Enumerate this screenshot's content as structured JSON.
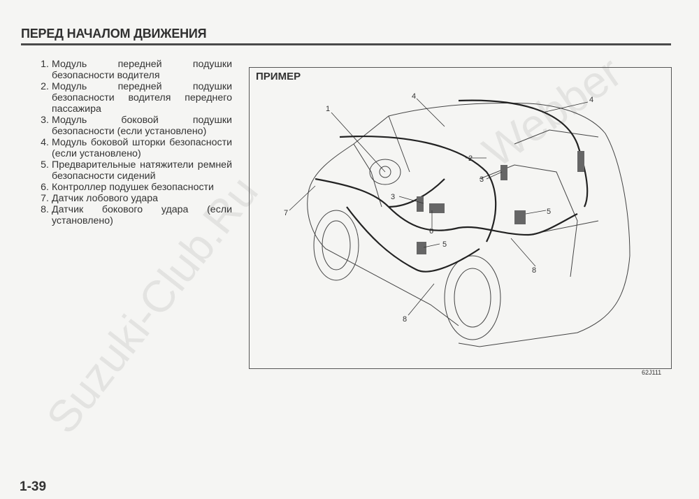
{
  "header": {
    "title": "ПЕРЕД НАЧАЛОМ ДВИЖЕНИЯ"
  },
  "legend": [
    {
      "num": "1.",
      "text": "Модуль передней подушки безопасности водителя"
    },
    {
      "num": "2.",
      "text": "Модуль передней подушки безопасности водителя переднего пассажира"
    },
    {
      "num": "3.",
      "text": "Модуль боковой подушки безопасности (если установлено)"
    },
    {
      "num": "4.",
      "text": "Модуль боковой шторки безопасности (если установлено)"
    },
    {
      "num": "5.",
      "text": "Предварительные натяжители ремней безопасности сидений"
    },
    {
      "num": "6.",
      "text": "Контроллер подушек безопасности"
    },
    {
      "num": "7.",
      "text": "Датчик лобового удара"
    },
    {
      "num": "8.",
      "text": "Датчик бокового удара (если установлено)"
    }
  ],
  "figure": {
    "title": "ПРИМЕР",
    "code": "62J111",
    "callouts": [
      "1",
      "2",
      "3",
      "3",
      "4",
      "4",
      "5",
      "5",
      "6",
      "7",
      "8",
      "8"
    ]
  },
  "footer": {
    "page": "1-39"
  },
  "watermark": {
    "left": "Suzuki-Club.Ru",
    "right": "Webber"
  }
}
